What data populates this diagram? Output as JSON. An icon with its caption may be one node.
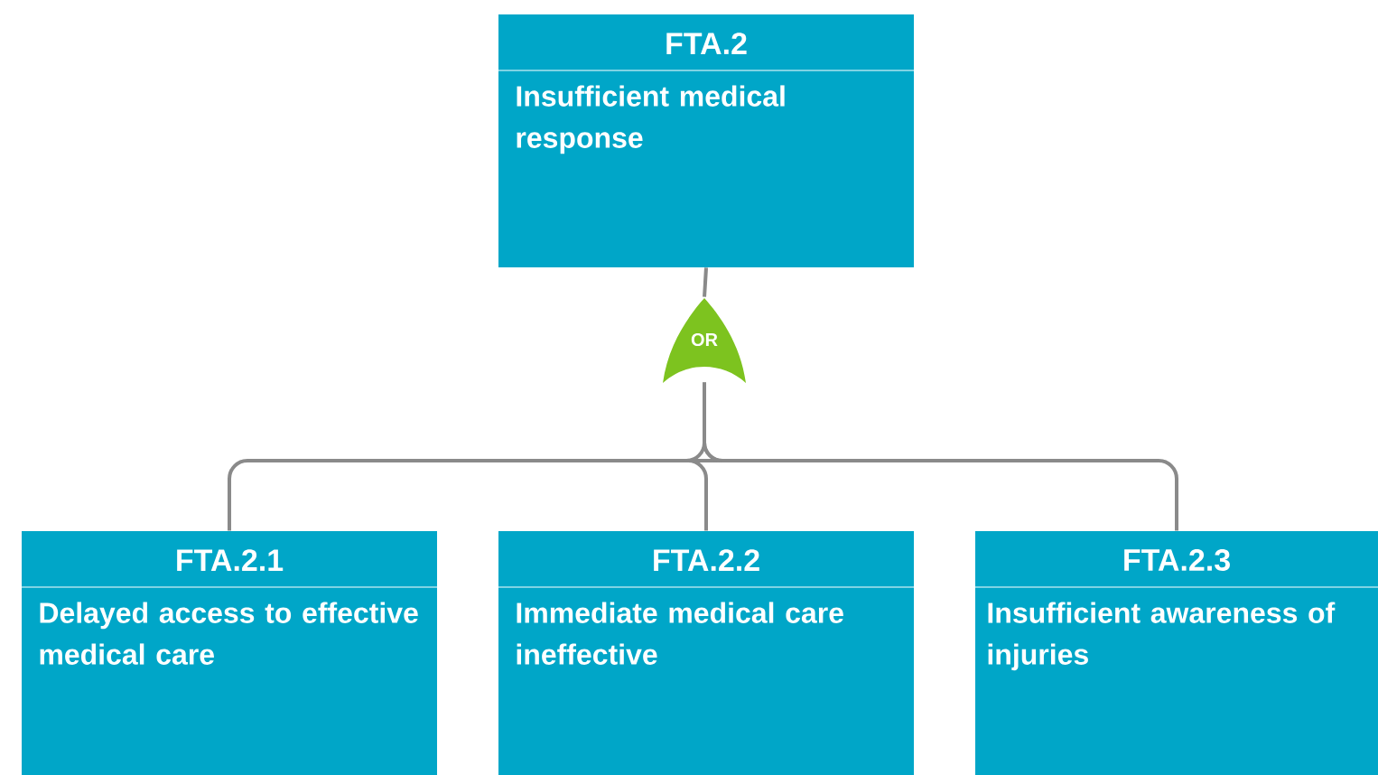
{
  "diagram": {
    "nodes": [
      {
        "text": [
          "FTA.2",
          "Insufficient medical response"
        ]
      },
      {
        "text": [
          "OR"
        ]
      },
      {
        "text": [
          "FTA.2.1",
          "Delayed access to effective medical care"
        ]
      },
      {
        "text": [
          "FTA.2.2",
          "Immediate medical care ineffective"
        ]
      },
      {
        "text": [
          "FTA.2.3",
          "Insufficient awareness of injuries"
        ]
      }
    ],
    "edges": [
      {
        "from": 0,
        "to": 1,
        "arrow": "none"
      },
      {
        "from": 1,
        "to": 2,
        "arrow": "none"
      },
      {
        "from": 1,
        "to": 3,
        "arrow": "none"
      },
      {
        "from": 1,
        "to": 4,
        "arrow": "none"
      }
    ]
  }
}
